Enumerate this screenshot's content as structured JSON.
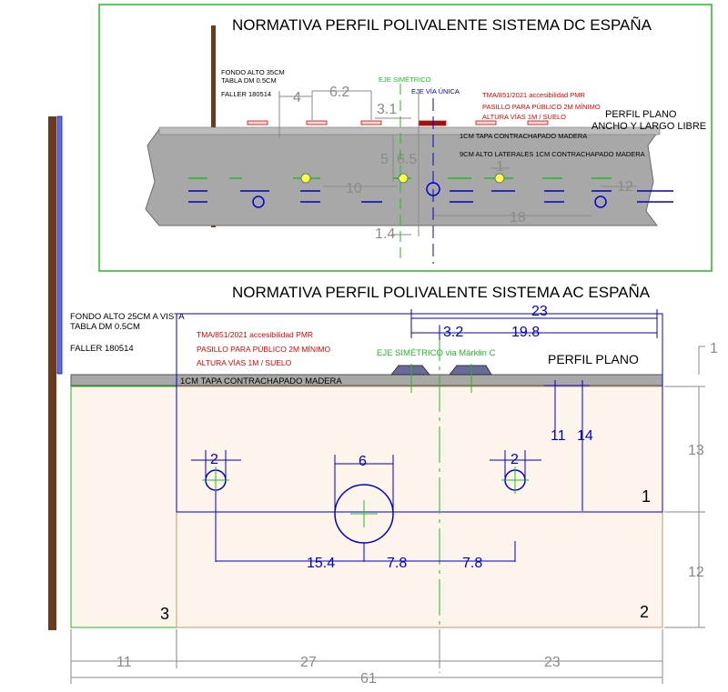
{
  "top": {
    "title": "NORMATIVA PERFIL POLIVALENTE SISTEMA DC ESPAÑA",
    "fondo_lines": [
      "FONDO ALTO 35CM",
      "TABLA DM 0.5CM"
    ],
    "faller": "FALLER 180514",
    "eje_simetrico": "EJE SIMÉTRICO",
    "eje_via_unica": "EJE VÍA ÚNICA",
    "tma_lines": [
      "TMA/851/2021 accesibilidad PMR",
      "PASILLO PARA PÚBLICO 2M MÍNIMO",
      "ALTURA VÍAS 1M / SUELO"
    ],
    "perfil_plano_lines": [
      "PERFIL PLANO",
      "ANCHO Y LARGO LIBRE"
    ],
    "tapa": "1CM TAPA CONTRACHAPADO MADERA",
    "laterales": "9CM ALTO LATERALES 1CM CONTRACHAPADO MADERA",
    "dims": {
      "d4": "4",
      "d62": "6.2",
      "d31": "3.1",
      "d5": "5",
      "d65": "6.5",
      "d1": "1",
      "d10": "10",
      "d12": "12",
      "d18": "18",
      "d14": "1.4"
    }
  },
  "bottom": {
    "title": "NORMATIVA PERFIL POLIVALENTE SISTEMA AC ESPAÑA",
    "fondo_lines": [
      "FONDO ALTO 25CM A VISTA",
      "TABLA DM 0.5CM"
    ],
    "faller": "FALLER 180514",
    "tma_lines": [
      "TMA/851/2021 accesibilidad PMR",
      "PASILLO PARA PÚBLICO 2M MÍNIMO",
      "ALTURA VÍAS 1M / SUELO"
    ],
    "eje": "EJE SIMÉTRICO via Märklin C",
    "perfil_plano": "PERFIL PLANO",
    "tapa": "1CM TAPA CONTRACHAPADO MADERA",
    "dims": {
      "d23": "23",
      "d32": "3.2",
      "d198": "19.8",
      "d1": "1",
      "d11": "11",
      "d14": "14",
      "d13": "13",
      "d12": "12",
      "d2a": "2",
      "d6": "6",
      "d2b": "2",
      "d154": "15.4",
      "d78a": "7.8",
      "d78b": "7.8",
      "b11": "11",
      "b27": "27",
      "b23": "23",
      "b61": "61"
    },
    "zones": {
      "z1": "1",
      "z2": "2",
      "z3": "3"
    }
  },
  "colors": {
    "green": "#22bb22",
    "blue": "#0000cc",
    "red": "#e00000",
    "gray": "#8a8a8a",
    "wood": "#6b3a1f",
    "beige": "#fdf5ec"
  }
}
